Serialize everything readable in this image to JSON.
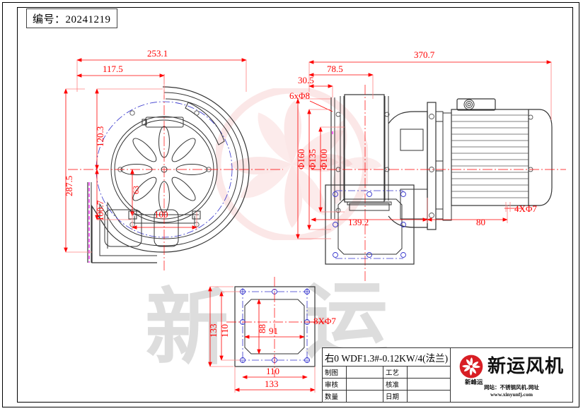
{
  "header": {
    "number_label": "编号：20241219"
  },
  "dimensions": {
    "left_view": {
      "top_overall": "253.1",
      "top_partial": "117.5",
      "height_overall": "287.5",
      "height_upper": "120.3",
      "height_lower": "100.7",
      "inner_height": "63",
      "inner_width": "100"
    },
    "right_view": {
      "overall_length": "370.7",
      "seg_78_5": "78.5",
      "seg_30_5": "30.5",
      "bolt_circle_note": "6xΦ8",
      "dia_160": "Φ160",
      "dia_135": "Φ135",
      "dia_100": "Φ100",
      "seg_139_2": "139.2",
      "seg_80": "80",
      "hole_note": "4XΦ7"
    },
    "flange_view": {
      "outer": "133",
      "bolt_pitch": "110",
      "inner_height": "88",
      "inner_width": "91",
      "bottom_pitch": "110",
      "bottom_outer": "133",
      "hole_note": "8XΦ7"
    }
  },
  "title_block": {
    "model": "右0 WDF1.3#-0.12KW/4(法兰)",
    "rows": [
      {
        "label1": "制图",
        "value1": "",
        "label2": "工艺",
        "value2": ""
      },
      {
        "label1": "审核",
        "value1": "",
        "label2": "核准",
        "value2": ""
      }
    ],
    "bottom_row": {
      "label1": "数量",
      "value1": "",
      "label2": "日期",
      "value2": ""
    },
    "brand": "新运风机",
    "sub_brand": "新峰运",
    "website_line1": "网站：不锈钢风机.网址",
    "website_line2": "www.xinyunfj.com"
  },
  "watermark": {
    "char1": "新",
    "char2": "运",
    "logo_name": "fan-logo-watermark"
  },
  "colors": {
    "dimension_red": "#ff0000",
    "outline_black": "#333333",
    "centerline_red": "#ff0000",
    "hole_blue": "#3333cc",
    "brand_red": "#d81e24",
    "watermark_gray": "#c9c9c9",
    "watermark_pink": "#f4b6b6"
  }
}
